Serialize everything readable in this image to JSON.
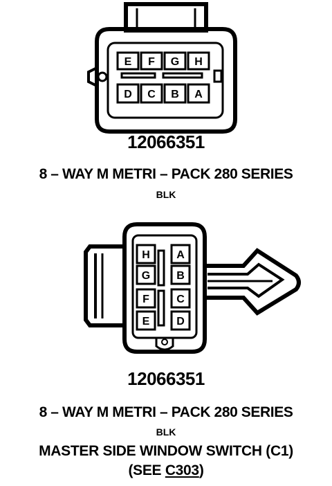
{
  "connector_top": {
    "part_number": "12066351",
    "description": "8 – WAY M METRI – PACK 280 SERIES",
    "color": "BLK",
    "pins_top_row": [
      "E",
      "F",
      "G",
      "H"
    ],
    "pins_bottom_row": [
      "D",
      "C",
      "B",
      "A"
    ]
  },
  "connector_bottom": {
    "part_number": "12066351",
    "description": "8 – WAY M METRI – PACK 280 SERIES",
    "color": "BLK",
    "pins_left_col": [
      "H",
      "G",
      "F",
      "E"
    ],
    "pins_right_col": [
      "A",
      "B",
      "C",
      "D"
    ]
  },
  "caption": {
    "title": "MASTER SIDE WINDOW SWITCH (C1)",
    "see_prefix": "(SEE ",
    "see_link": "C303",
    "see_suffix": ")"
  }
}
